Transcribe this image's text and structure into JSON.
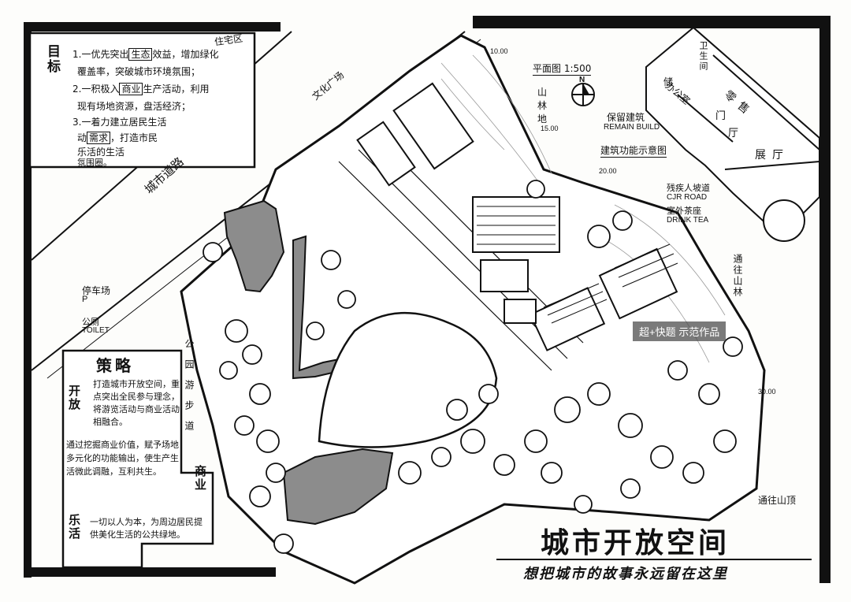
{
  "goals": {
    "label": "目标",
    "line1": "1.一优先突出",
    "line1_boxed": "生态",
    "line1_rest": "效益，增加绿化",
    "line2": "覆盖率，突破城市环境氛围；",
    "line3": "2.一积极入",
    "line3_boxed": "商业",
    "line3_rest": "生产活动，利用",
    "line4": "现有场地资源，盘活经济；",
    "line5": "3.一着力建立居民生活",
    "line6_pre": "动",
    "line6_boxed": "需求",
    "line6_rest": "，打造市民",
    "line7": "乐活的生活",
    "line8": "氛围圈。"
  },
  "strategy": {
    "title": "策略",
    "tag_open": "开放",
    "tag_commerce": "商业",
    "tag_life": "乐活",
    "open_text": "打造城市开放空间，重点突出全民参与理念，将游览活动与商业活动相融合。",
    "commerce_text": "通过挖掘商业价值，赋予场地多元化的功能输出，使生产生活微此调融，互利共生。",
    "life_text": "一切以人为本，为周边居民提供美化生活的公共绿地。"
  },
  "labels": {
    "road": "城市道路",
    "residential": "住宅区",
    "culture_square": "文化广场",
    "plan_scale": "平面图 1:500",
    "mountain_forest": "山林地",
    "keep_building": "保留建筑",
    "remain_build": "REMAIN BUILD",
    "function_diagram": "建筑功能示意图",
    "accessible_ramp": "残疾人坡道",
    "cjr_road": "CJR ROAD",
    "outdoor_tea": "室外茶座",
    "drink_tea": "DRINK TEA",
    "to_forest": "通往山林",
    "to_mountain_top": "通往山顶",
    "parking": "停车场",
    "parking_p": "P",
    "toilet": "公厕",
    "toilet_en": "TOILET",
    "park_path": "公园游步道",
    "north": "N",
    "elev_1000": "10.00",
    "elev_1500": "15.00",
    "elev_2000": "20.00",
    "elev_3000": "30.00"
  },
  "key_plan": {
    "toilet": "卫生间",
    "storage": "储",
    "office": "办公室",
    "retail": "零售",
    "door": "门",
    "hall": "厅",
    "exhibition": "展厅"
  },
  "title": {
    "main": "城市开放空间",
    "subtitle": "想把城市的故事永远留在这里"
  },
  "watermark": "超+快题  示范作品",
  "colors": {
    "ink": "#111111",
    "water": "#8c8c8c",
    "paper": "#fdfdfb"
  }
}
